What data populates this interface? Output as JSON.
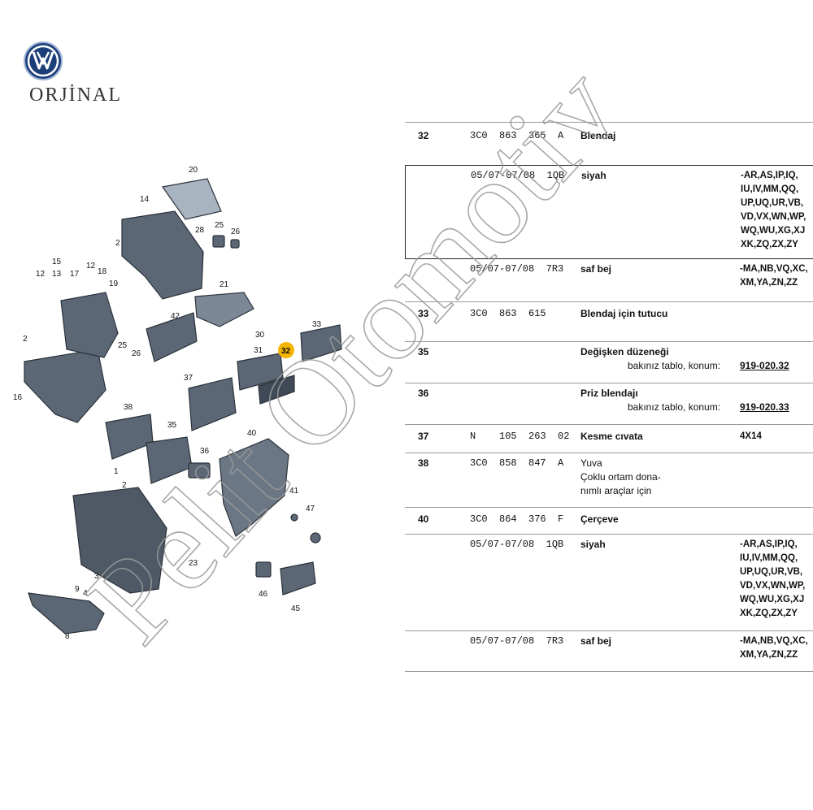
{
  "brand": {
    "logo_text": "VW",
    "label": "ORJİNAL"
  },
  "watermark": "Pelit Otomotiv",
  "diagram": {
    "callouts": [
      "20",
      "14",
      "25",
      "28",
      "26",
      "2",
      "12",
      "15",
      "13",
      "17",
      "18",
      "19",
      "21",
      "42",
      "30",
      "33",
      "31",
      "32",
      "2",
      "25",
      "26",
      "37",
      "16",
      "38",
      "35",
      "36",
      "40",
      "1",
      "2",
      "41",
      "47",
      "3",
      "23",
      "9",
      "4",
      "8",
      "46",
      "45"
    ]
  },
  "parts": [
    {
      "num": "32",
      "code": "3C0  863  365  A",
      "desc": "Blendaj",
      "ref": "",
      "variant": ""
    },
    {
      "num": "",
      "code": "05/07-07/08  1QB",
      "desc": "siyah",
      "ref": "",
      "variant": "-AR,AS,IP,IQ,\nIU,IV,MM,QQ,\nUP,UQ,UR,VB,\nVD,VX,WN,WP,\nWQ,WU,XG,XJ\nXK,ZQ,ZX,ZY"
    },
    {
      "num": "",
      "code": "05/07-07/08  7R3",
      "desc": "saf bej",
      "ref": "",
      "variant": "-MA,NB,VQ,XC,\nXM,YA,ZN,ZZ"
    },
    {
      "num": "33",
      "code": "3C0  863  615",
      "desc": "Blendaj için tutucu",
      "ref": "",
      "variant": ""
    },
    {
      "num": "35",
      "code": "",
      "desc": "Değişken düzeneği",
      "sub": "bakınız tablo, konum:",
      "ref": "919-020.32",
      "variant": ""
    },
    {
      "num": "36",
      "code": "",
      "desc": "Priz blendajı",
      "sub": "bakınız tablo, konum:",
      "ref": "919-020.33",
      "variant": ""
    },
    {
      "num": "37",
      "code": "N    105  263  02",
      "desc": "Kesme cıvata",
      "ref": "",
      "variant": "4X14"
    },
    {
      "num": "38",
      "code": "3C0  858  847  A",
      "desc": "Yuva\nÇoklu ortam dona-\nnımlı araçlar için",
      "ref": "",
      "variant": ""
    },
    {
      "num": "40",
      "code": "3C0  864  376  F",
      "desc": "Çerçeve",
      "ref": "",
      "variant": ""
    },
    {
      "num": "",
      "code": "05/07-07/08  1QB",
      "desc": "siyah",
      "ref": "",
      "variant": "-AR,AS,IP,IQ,\nIU,IV,MM,QQ,\nUP,UQ,UR,VB,\nVD,VX,WN,WP,\nWQ,WU,XG,XJ\nXK,ZQ,ZX,ZY"
    },
    {
      "num": "",
      "code": "05/07-07/08  7R3",
      "desc": "saf bej",
      "ref": "",
      "variant": "-MA,NB,VQ,XC,\nXM,YA,ZN,ZZ"
    }
  ]
}
